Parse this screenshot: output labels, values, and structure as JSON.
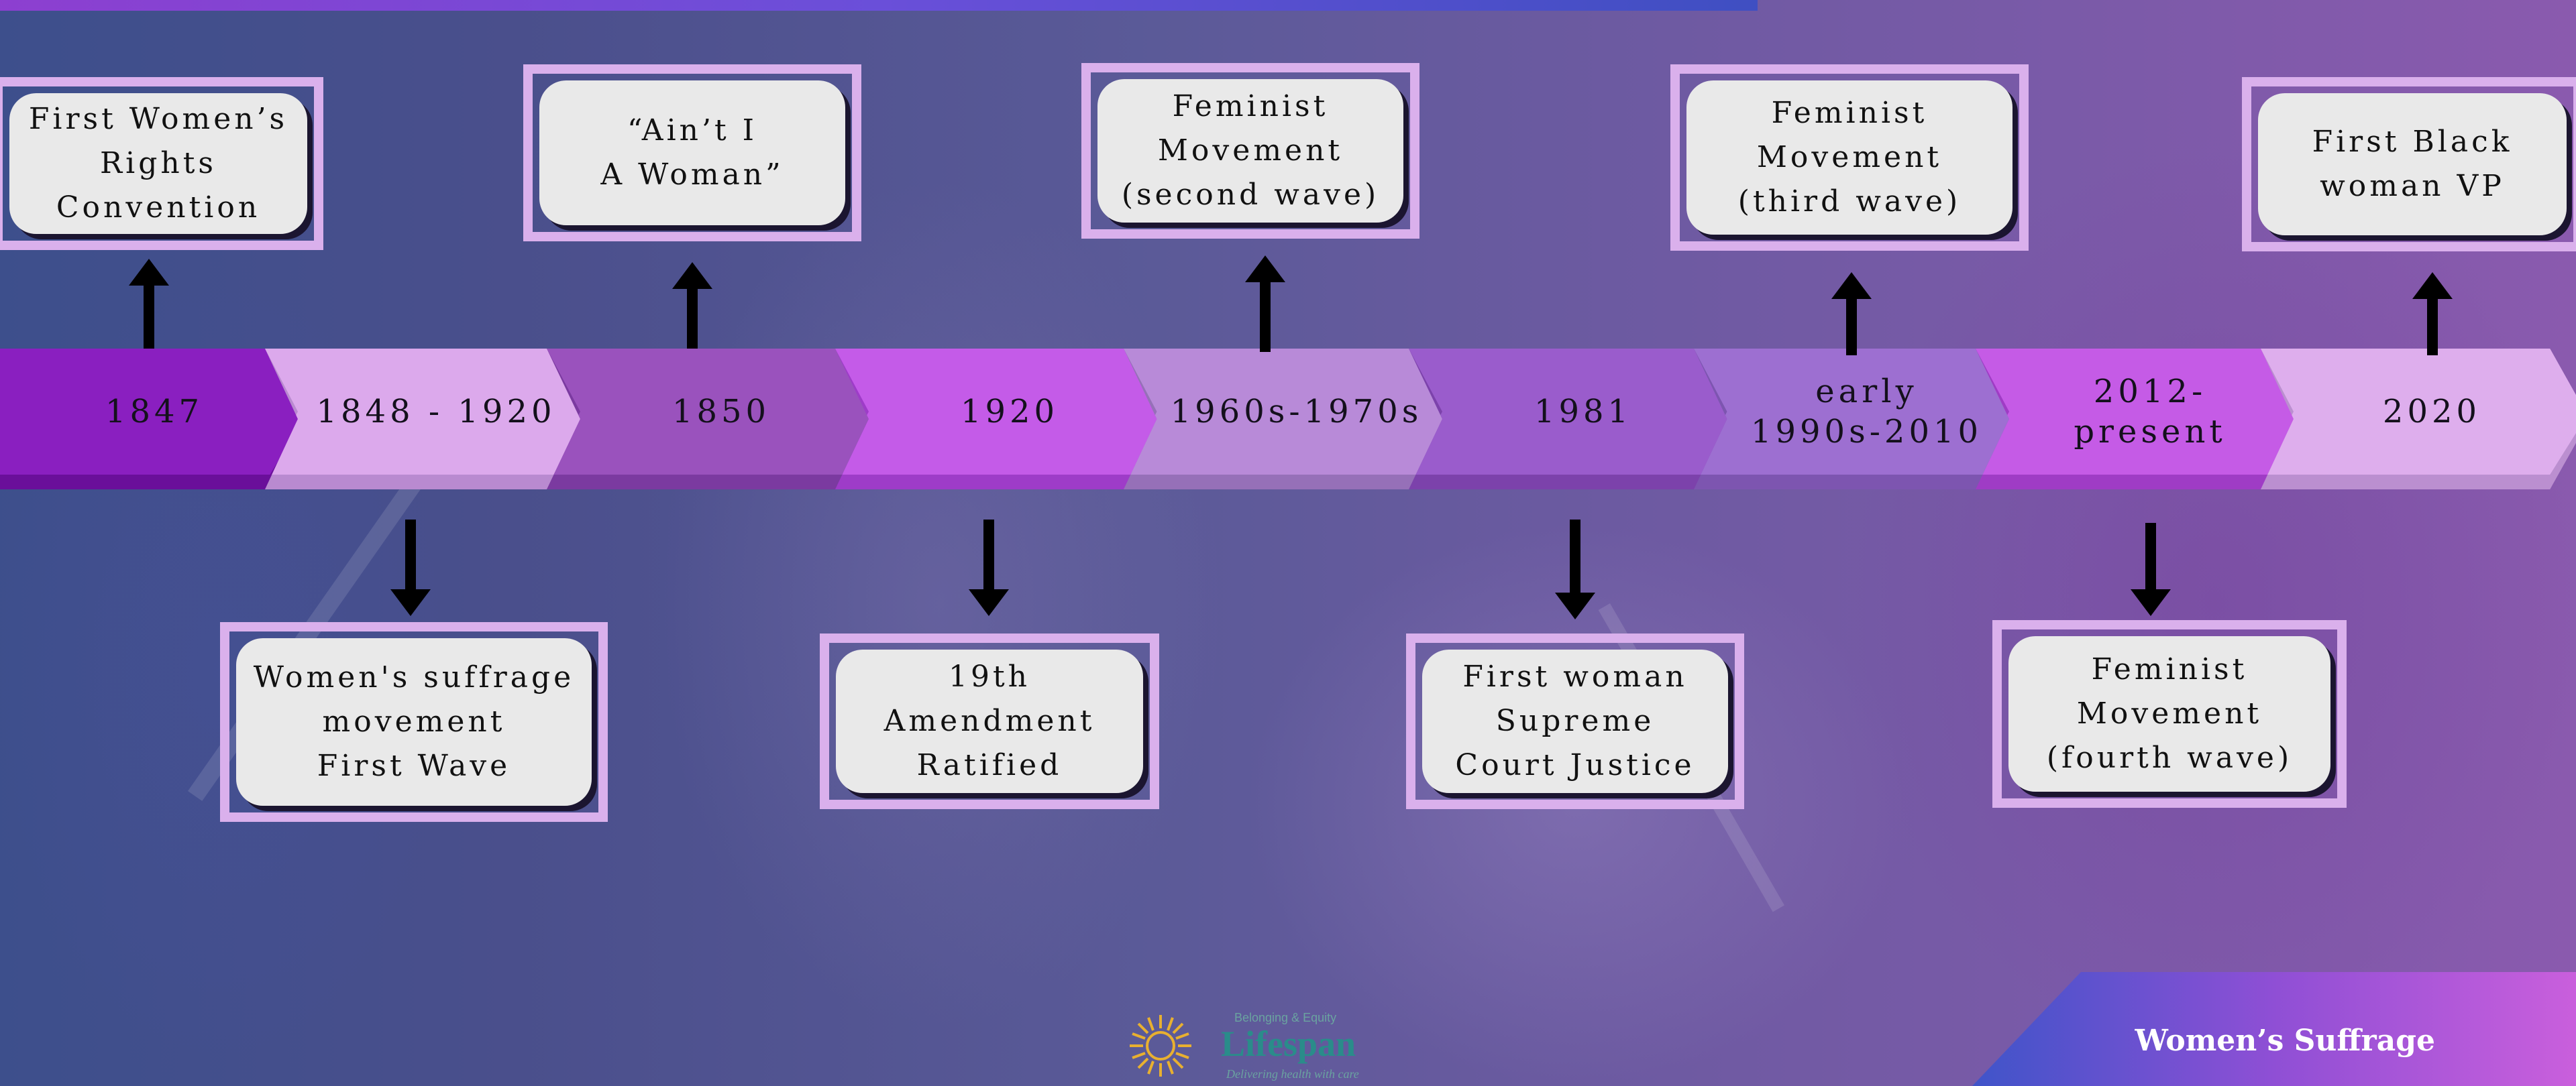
{
  "slide": {
    "corner_label": "Women’s Suffrage"
  },
  "timeline": [
    {
      "date": "1847"
    },
    {
      "date": "1848 - 1920"
    },
    {
      "date": "1850"
    },
    {
      "date": "1920"
    },
    {
      "date": "1960s-1970s"
    },
    {
      "date": "1981"
    },
    {
      "date": "early\n1990s-2010"
    },
    {
      "date": "2012-\npresent"
    },
    {
      "date": "2020"
    }
  ],
  "events": [
    {
      "text": "First Women’s\nRights\nConvention"
    },
    {
      "text": "Women's suffrage\nmovement\nFirst Wave"
    },
    {
      "text": "“Ain’t I\nA Woman”"
    },
    {
      "text": "19th\nAmendment\nRatified"
    },
    {
      "text": "Feminist\nMovement\n(second wave)"
    },
    {
      "text": "First woman\nSupreme\nCourt Justice"
    },
    {
      "text": "Feminist\nMovement\n(third wave)"
    },
    {
      "text": "Feminist\nMovement\n(fourth wave)"
    },
    {
      "text": "First Black\nwoman VP"
    }
  ],
  "colors": {
    "chevrons": [
      "#8a1fc0",
      "#dca9ec",
      "#9a52bd",
      "#c45be8",
      "#b88ad8",
      "#9a5ccc",
      "#9d6fd1",
      "#c55be6",
      "#deaeed"
    ],
    "chevron_shades": [
      "#6a0f9a",
      "#b98ad0",
      "#7b3aa0",
      "#9e3cc8",
      "#9670b8",
      "#7c42ab",
      "#7d55b0",
      "#9f3cc5",
      "#bb8fd0"
    ],
    "box_border": "#dab0ec",
    "box_fill": "#e9e9e9",
    "arrow": "#000000"
  },
  "logo": {
    "small_text": "Belonging & Equity",
    "main_text": "Lifespan",
    "tagline": "Delivering health with care"
  }
}
